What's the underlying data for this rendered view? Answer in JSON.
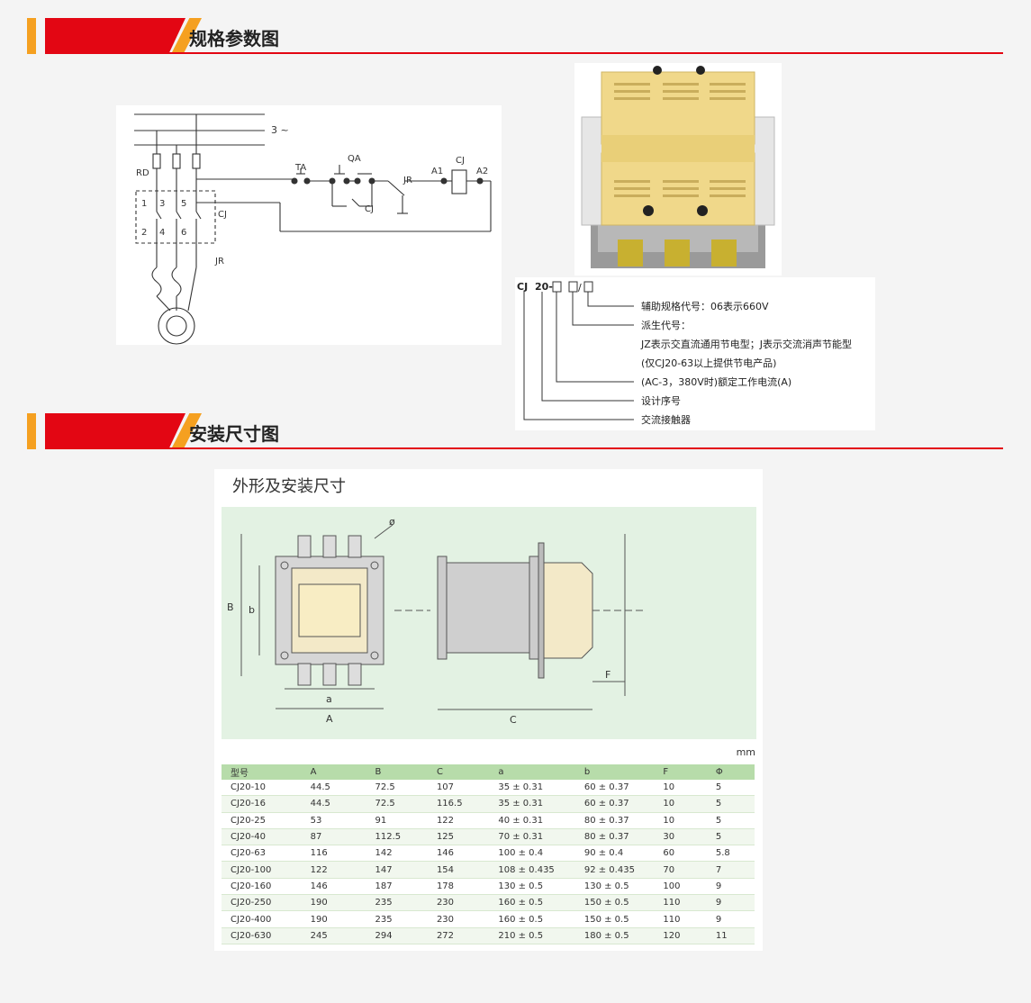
{
  "sections": {
    "spec": {
      "title": "规格参数图"
    },
    "install": {
      "title": "安装尺寸图"
    }
  },
  "circuit": {
    "labels": {
      "supply": "3 ~",
      "rd": "RD",
      "ta": "TA",
      "qa": "QA",
      "jr": "JR",
      "a1": "A1",
      "a2": "A2",
      "cj": "CJ",
      "cj_aux": "CJ",
      "cj_main": "CJ",
      "jr_heater": "JR",
      "t1": "1",
      "t3": "3",
      "t5": "5",
      "t2": "2",
      "t4": "4",
      "t6": "6"
    }
  },
  "model_code": {
    "prefix": "CJ",
    "series": "20-",
    "lines": [
      "辅助规格代号：06表示660V",
      "派生代号：",
      "JZ表示交直流通用节电型；J表示交流消声节能型",
      "(仅CJ20-63以上提供节电产品)",
      "(AC-3，380V时)额定工作电流(A)",
      "设计序号",
      "交流接触器"
    ]
  },
  "product_photo": {
    "colors": {
      "body": "#f0d88a",
      "base": "#9a9a9a"
    }
  },
  "dimensions": {
    "title": "外形及安装尺寸",
    "unit": "mm",
    "drawing_labels": {
      "B": "B",
      "b": "b",
      "a": "a",
      "A": "A",
      "C": "C",
      "F": "F",
      "phi": "ø"
    },
    "table": {
      "headers": [
        "型号",
        "A",
        "B",
        "C",
        "a",
        "b",
        "F",
        "Φ"
      ],
      "rows": [
        [
          "CJ20-10",
          "44.5",
          "72.5",
          "107",
          "35 ± 0.31",
          "60 ± 0.37",
          "10",
          "5"
        ],
        [
          "CJ20-16",
          "44.5",
          "72.5",
          "116.5",
          "35 ± 0.31",
          "60 ± 0.37",
          "10",
          "5"
        ],
        [
          "CJ20-25",
          "53",
          "91",
          "122",
          "40 ± 0.31",
          "80 ± 0.37",
          "10",
          "5"
        ],
        [
          "CJ20-40",
          "87",
          "112.5",
          "125",
          "70 ± 0.31",
          "80 ± 0.37",
          "30",
          "5"
        ],
        [
          "CJ20-63",
          "116",
          "142",
          "146",
          "100 ± 0.4",
          "90 ± 0.4",
          "60",
          "5.8"
        ],
        [
          "CJ20-100",
          "122",
          "147",
          "154",
          "108 ± 0.435",
          "92 ± 0.435",
          "70",
          "7"
        ],
        [
          "CJ20-160",
          "146",
          "187",
          "178",
          "130 ± 0.5",
          "130 ± 0.5",
          "100",
          "9"
        ],
        [
          "CJ20-250",
          "190",
          "235",
          "230",
          "160 ± 0.5",
          "150 ± 0.5",
          "110",
          "9"
        ],
        [
          "CJ20-400",
          "190",
          "235",
          "230",
          "160 ± 0.5",
          "150 ± 0.5",
          "110",
          "9"
        ],
        [
          "CJ20-630",
          "245",
          "294",
          "272",
          "210 ± 0.5",
          "180 ± 0.5",
          "120",
          "11"
        ]
      ]
    }
  }
}
